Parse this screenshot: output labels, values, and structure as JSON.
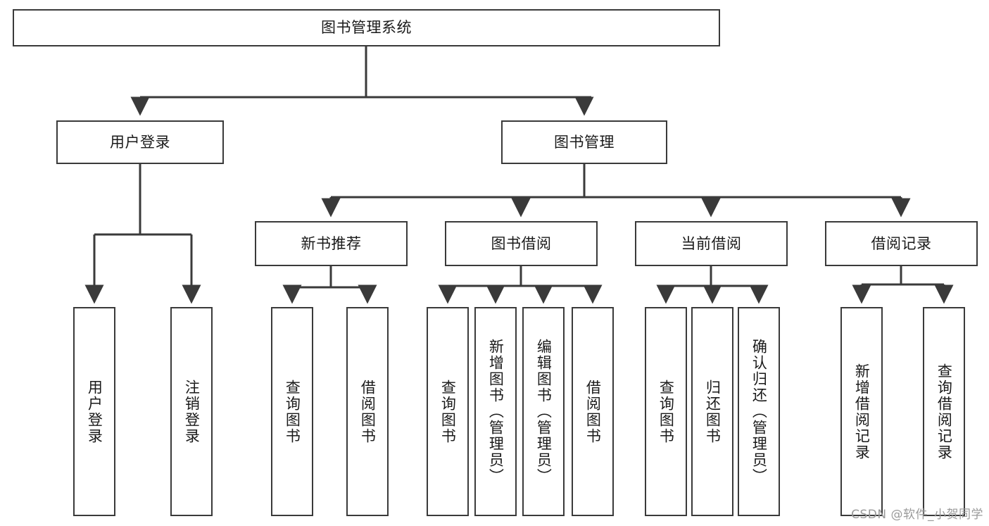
{
  "diagram": {
    "title": "图书管理系统",
    "type": "tree",
    "root": {
      "label": "图书管理系统"
    },
    "level2": [
      {
        "label": "用户登录"
      },
      {
        "label": "图书管理"
      }
    ],
    "level3": [
      {
        "label": "新书推荐"
      },
      {
        "label": "图书借阅"
      },
      {
        "label": "当前借阅"
      },
      {
        "label": "借阅记录"
      }
    ],
    "leaves": {
      "user_login": [
        {
          "label": "用户登录"
        },
        {
          "label": "注销登录"
        }
      ],
      "new_book_recommend": [
        {
          "label": "查询图书"
        },
        {
          "label": "借阅图书"
        }
      ],
      "book_borrow": [
        {
          "label": "查询图书"
        },
        {
          "label": "新增图书（管理员）"
        },
        {
          "label": "编辑图书（管理员）"
        },
        {
          "label": "借阅图书"
        }
      ],
      "current_borrow": [
        {
          "label": "查询图书"
        },
        {
          "label": "归还图书"
        },
        {
          "label": "确认归还（管理员）"
        }
      ],
      "borrow_record": [
        {
          "label": "新增借阅记录"
        },
        {
          "label": "查询借阅记录"
        }
      ]
    }
  },
  "watermark": {
    "text": "CSDN @软件_小贺同学"
  },
  "colors": {
    "stroke": "#3a3a3a",
    "fill": "#ffffff",
    "text": "#1a1a1a",
    "watermark": "#9a9a9a"
  }
}
